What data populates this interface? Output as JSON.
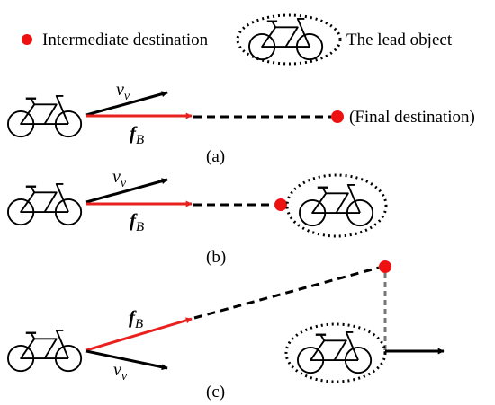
{
  "legend": {
    "intermediate_label": "Intermediate destination",
    "lead_label": "The lead object"
  },
  "labels": {
    "velocity": "v",
    "velocity_sub": "v",
    "force": "f",
    "force_sub": "B",
    "final_destination": "(Final destination)"
  },
  "panels": [
    {
      "id": "a",
      "caption": "(a)"
    },
    {
      "id": "b",
      "caption": "(b)"
    },
    {
      "id": "c",
      "caption": "(c)"
    }
  ],
  "colors": {
    "destination": "#ee1111",
    "force_arrow": "#e8201e",
    "velocity_arrow": "#000000",
    "dashed_line": "#000000",
    "drop_line": "#777777",
    "ellipse": "#000000"
  },
  "icons": {
    "bicycle": "bicycle-icon",
    "destination": "destination-dot"
  }
}
